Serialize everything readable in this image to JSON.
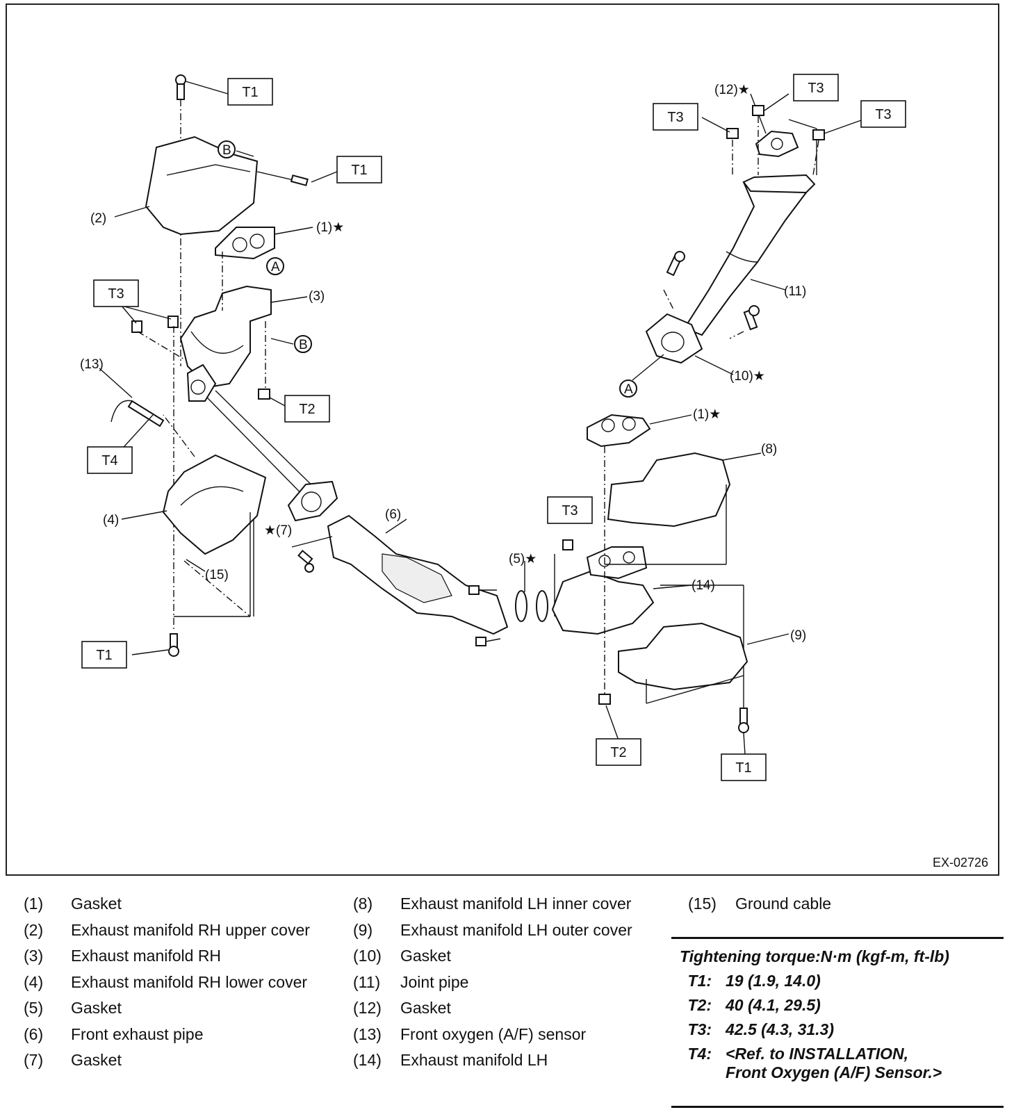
{
  "figure_id": "EX-02726",
  "callouts": {
    "c1a": "(1)★",
    "c1b": "(1)★",
    "c2": "(2)",
    "c3": "(3)",
    "c4": "(4)",
    "c5": "(5)★",
    "c6": "(6)",
    "c7": "★(7)",
    "c8": "(8)",
    "c9": "(9)",
    "c10": "(10)★",
    "c11": "(11)",
    "c12": "(12)★",
    "c13": "(13)",
    "c14": "(14)",
    "c15": "(15)",
    "refA1": "A",
    "refA2": "A",
    "refB1": "B",
    "refB2": "B"
  },
  "torque_boxes": {
    "b1": "T1",
    "b2": "T1",
    "b3": "T3",
    "b4": "T2",
    "b5": "T4",
    "b6": "T1",
    "b7": "T3",
    "b8": "T3",
    "b9": "T3",
    "b10": "T3",
    "b11": "T2",
    "b12": "T1"
  },
  "legend": {
    "col1": [
      {
        "num": "(1)",
        "text": "Gasket"
      },
      {
        "num": "(2)",
        "text": "Exhaust manifold RH upper cover"
      },
      {
        "num": "(3)",
        "text": "Exhaust manifold RH"
      },
      {
        "num": "(4)",
        "text": "Exhaust manifold RH lower cover"
      },
      {
        "num": "(5)",
        "text": "Gasket"
      },
      {
        "num": "(6)",
        "text": "Front exhaust pipe"
      },
      {
        "num": "(7)",
        "text": "Gasket"
      }
    ],
    "col2": [
      {
        "num": "(8)",
        "text": "Exhaust manifold LH inner cover"
      },
      {
        "num": "(9)",
        "text": "Exhaust manifold LH outer cover"
      },
      {
        "num": "(10)",
        "text": "Gasket"
      },
      {
        "num": "(11)",
        "text": "Joint pipe"
      },
      {
        "num": "(12)",
        "text": "Gasket"
      },
      {
        "num": "(13)",
        "text": "Front oxygen (A/F) sensor"
      },
      {
        "num": "(14)",
        "text": "Exhaust manifold LH"
      }
    ],
    "col3": [
      {
        "num": "(15)",
        "text": "Ground cable"
      }
    ]
  },
  "torque_table": {
    "title": "Tightening torque:N·m (kgf-m, ft-lb)",
    "rows": [
      {
        "key": "T1:",
        "value": "19 (1.9, 14.0)"
      },
      {
        "key": "T2:",
        "value": "40 (4.1, 29.5)"
      },
      {
        "key": "T3:",
        "value": "42.5 (4.3, 31.3)"
      },
      {
        "key": "T4:",
        "value": "<Ref. to INSTALLATION,",
        "value2": "Front Oxygen (A/F) Sensor.>"
      }
    ]
  }
}
